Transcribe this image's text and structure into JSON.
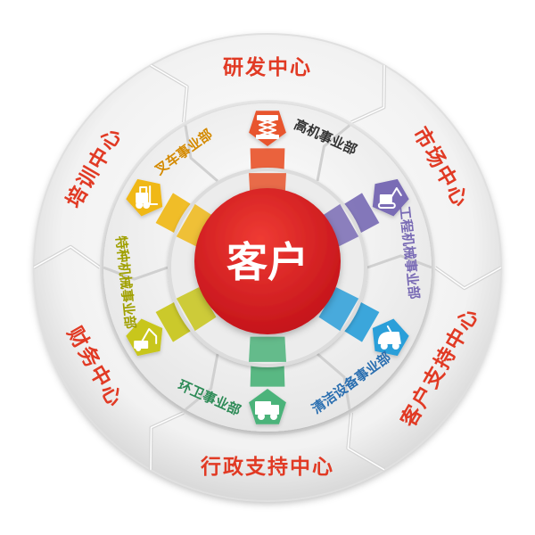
{
  "center": {
    "label": "客户",
    "color": "#e21f26"
  },
  "outer_ring": [
    {
      "label": "研发中心"
    },
    {
      "label": "市场中心"
    },
    {
      "label": "客户支持中心"
    },
    {
      "label": "行政支持中心"
    },
    {
      "label": "财务中心"
    },
    {
      "label": "培训中心"
    }
  ],
  "divisions": [
    {
      "label": "高机事业部",
      "color": "#e8552d",
      "text_color": "#333333",
      "icon": "scissor-lift-icon"
    },
    {
      "label": "工程机械事业部",
      "color": "#7a6cb5",
      "text_color": "#7a6cb5",
      "icon": "excavator-icon"
    },
    {
      "label": "清洁设备事业部",
      "color": "#2b9fd9",
      "text_color": "#2b6fb0",
      "icon": "floor-scrubber-icon"
    },
    {
      "label": "环卫事业部",
      "color": "#4cb37a",
      "text_color": "#2e8b57",
      "icon": "sanitation-truck-icon"
    },
    {
      "label": "特种机械事业部",
      "color": "#c8c61a",
      "text_color": "#a0a000",
      "icon": "crane-arm-icon"
    },
    {
      "label": "叉车事业部",
      "color": "#f0b817",
      "text_color": "#d48a00",
      "icon": "forklift-icon"
    }
  ]
}
